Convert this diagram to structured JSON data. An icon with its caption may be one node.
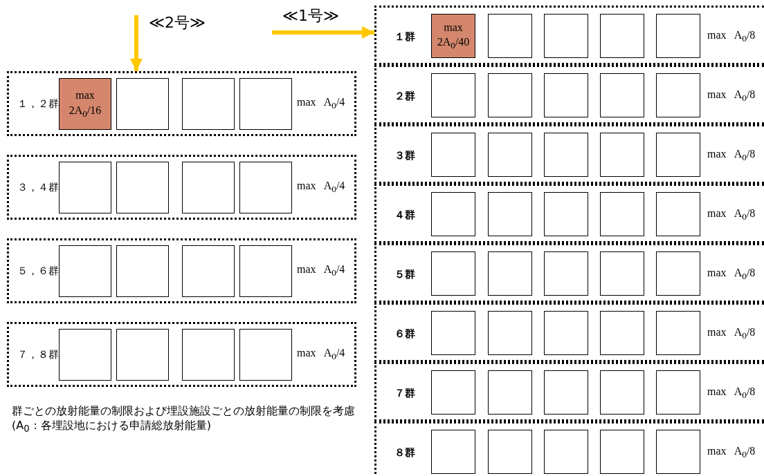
{
  "diagram": {
    "caption": "群ごとの放射能量の制限および埋設施設ごとの放射能量の制限を考慮 (A$_{0}$：各埋設地における申請総放射能量)",
    "nodes": [
      {
        "text": [
          "１，２群",
          "max A$_{0}$/4"
        ]
      },
      {
        "text": [
          "max 2A$_{0}$/16"
        ],
        "in": 0
      },
      {
        "text": [],
        "shape": "box",
        "in": 0
      },
      {
        "text": [],
        "shape": "box",
        "in": 0
      },
      {
        "text": [],
        "shape": "box",
        "in": 0
      },
      {
        "text": [
          "３，４群",
          "max A$_{0}$/4"
        ]
      },
      {
        "text": [],
        "shape": "box",
        "in": 5
      },
      {
        "text": [],
        "shape": "box",
        "in": 5
      },
      {
        "text": [],
        "shape": "box",
        "in": 5
      },
      {
        "text": [],
        "shape": "box",
        "in": 5
      },
      {
        "text": [
          "５，６群",
          "max A$_{0}$/4"
        ]
      },
      {
        "text": [],
        "shape": "box",
        "in": 10
      },
      {
        "text": [],
        "shape": "box",
        "in": 10
      },
      {
        "text": [],
        "shape": "box",
        "in": 10
      },
      {
        "text": [],
        "shape": "box",
        "in": 10
      },
      {
        "text": [
          "７，８群",
          "max A$_{0}$/4"
        ]
      },
      {
        "text": [],
        "shape": "box",
        "in": 15
      },
      {
        "text": [],
        "shape": "box",
        "in": 15
      },
      {
        "text": [],
        "shape": "box",
        "in": 15
      },
      {
        "text": [],
        "shape": "box",
        "in": 15
      },
      {
        "text": [
          "１群",
          "max A$_{0}$/8"
        ]
      },
      {
        "text": [
          "max 2A$_{0}$/40"
        ],
        "in": 20
      },
      {
        "text": [],
        "shape": "box",
        "in": 20
      },
      {
        "text": [],
        "shape": "box",
        "in": 20
      },
      {
        "text": [],
        "shape": "box",
        "in": 20
      },
      {
        "text": [],
        "shape": "box",
        "in": 20
      },
      {
        "text": [
          "２群",
          "max A$_{0}$/8"
        ]
      },
      {
        "text": [],
        "shape": "box",
        "in": 26
      },
      {
        "text": [],
        "shape": "box",
        "in": 26
      },
      {
        "text": [],
        "shape": "box",
        "in": 26
      },
      {
        "text": [],
        "shape": "box",
        "in": 26
      },
      {
        "text": [],
        "shape": "box",
        "in": 26
      },
      {
        "text": [
          "３群",
          "max A$_{0}$/8"
        ]
      },
      {
        "text": [],
        "shape": "box",
        "in": 32
      },
      {
        "text": [],
        "shape": "box",
        "in": 32
      },
      {
        "text": [],
        "shape": "box",
        "in": 32
      },
      {
        "text": [],
        "shape": "box",
        "in": 32
      },
      {
        "text": [],
        "shape": "box",
        "in": 32
      },
      {
        "text": [
          "４群",
          "max A$_{0}$/8"
        ]
      },
      {
        "text": [],
        "shape": "box",
        "in": 38
      },
      {
        "text": [],
        "shape": "box",
        "in": 38
      },
      {
        "text": [],
        "shape": "box",
        "in": 38
      },
      {
        "text": [],
        "shape": "box",
        "in": 38
      },
      {
        "text": [],
        "shape": "box",
        "in": 38
      },
      {
        "text": [
          "５群",
          "max A$_{0}$/8"
        ]
      },
      {
        "text": [],
        "shape": "box",
        "in": 44
      },
      {
        "text": [],
        "shape": "box",
        "in": 44
      },
      {
        "text": [],
        "shape": "box",
        "in": 44
      },
      {
        "text": [],
        "shape": "box",
        "in": 44
      },
      {
        "text": [],
        "shape": "box",
        "in": 44
      },
      {
        "text": [
          "６群",
          "max A$_{0}$/8"
        ]
      },
      {
        "text": [],
        "shape": "box",
        "in": 50
      },
      {
        "text": [],
        "shape": "box",
        "in": 50
      },
      {
        "text": [],
        "shape": "box",
        "in": 50
      },
      {
        "text": [],
        "shape": "box",
        "in": 50
      },
      {
        "text": [],
        "shape": "box",
        "in": 50
      },
      {
        "text": [
          "７群",
          "max A$_{0}$/8"
        ]
      },
      {
        "text": [],
        "shape": "box",
        "in": 56
      },
      {
        "text": [],
        "shape": "box",
        "in": 56
      },
      {
        "text": [],
        "shape": "box",
        "in": 56
      },
      {
        "text": [],
        "shape": "box",
        "in": 56
      },
      {
        "text": [],
        "shape": "box",
        "in": 56
      },
      {
        "text": [
          "８群",
          "max A$_{0}$/8"
        ]
      },
      {
        "text": [],
        "shape": "box",
        "in": 62
      },
      {
        "text": [],
        "shape": "box",
        "in": 62
      },
      {
        "text": [],
        "shape": "box",
        "in": 62
      },
      {
        "text": [],
        "shape": "box",
        "in": 62
      },
      {
        "text": [],
        "shape": "box",
        "in": 62
      }
    ],
    "edges": [
      {
        "from": null,
        "to": 0,
        "arrow": "to",
        "label": "≪2号≫"
      },
      {
        "from": null,
        "to": 20,
        "arrow": "to",
        "label": "≪1号≫"
      }
    ]
  }
}
